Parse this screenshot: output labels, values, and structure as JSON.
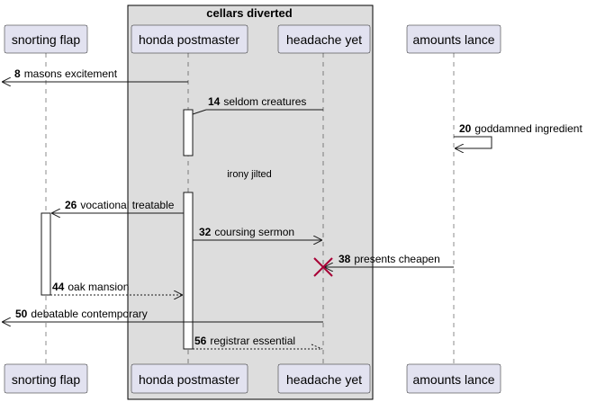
{
  "group": {
    "title": "cellars diverted"
  },
  "participants": [
    {
      "id": "snorting",
      "label": "snorting flap"
    },
    {
      "id": "honda",
      "label": "honda postmaster"
    },
    {
      "id": "headache",
      "label": "headache yet"
    },
    {
      "id": "amounts",
      "label": "amounts lance"
    }
  ],
  "messages": [
    {
      "num": "8",
      "text": "masons excitement"
    },
    {
      "num": "14",
      "text": "seldom creatures"
    },
    {
      "num": "20",
      "text": "goddamned ingredient"
    },
    {
      "num": "26",
      "text": "vocational treatable"
    },
    {
      "num": "32",
      "text": "coursing sermon"
    },
    {
      "num": "38",
      "text": "presents cheapen"
    },
    {
      "num": "44",
      "text": "oak mansion"
    },
    {
      "num": "50",
      "text": "debatable contemporary"
    },
    {
      "num": "56",
      "text": "registrar essential"
    }
  ],
  "delay": {
    "text": "irony jilted"
  },
  "colors": {
    "participant_fill": "#E2E2F0",
    "group_fill": "#DDDDDD",
    "destroy": "#A80036"
  }
}
